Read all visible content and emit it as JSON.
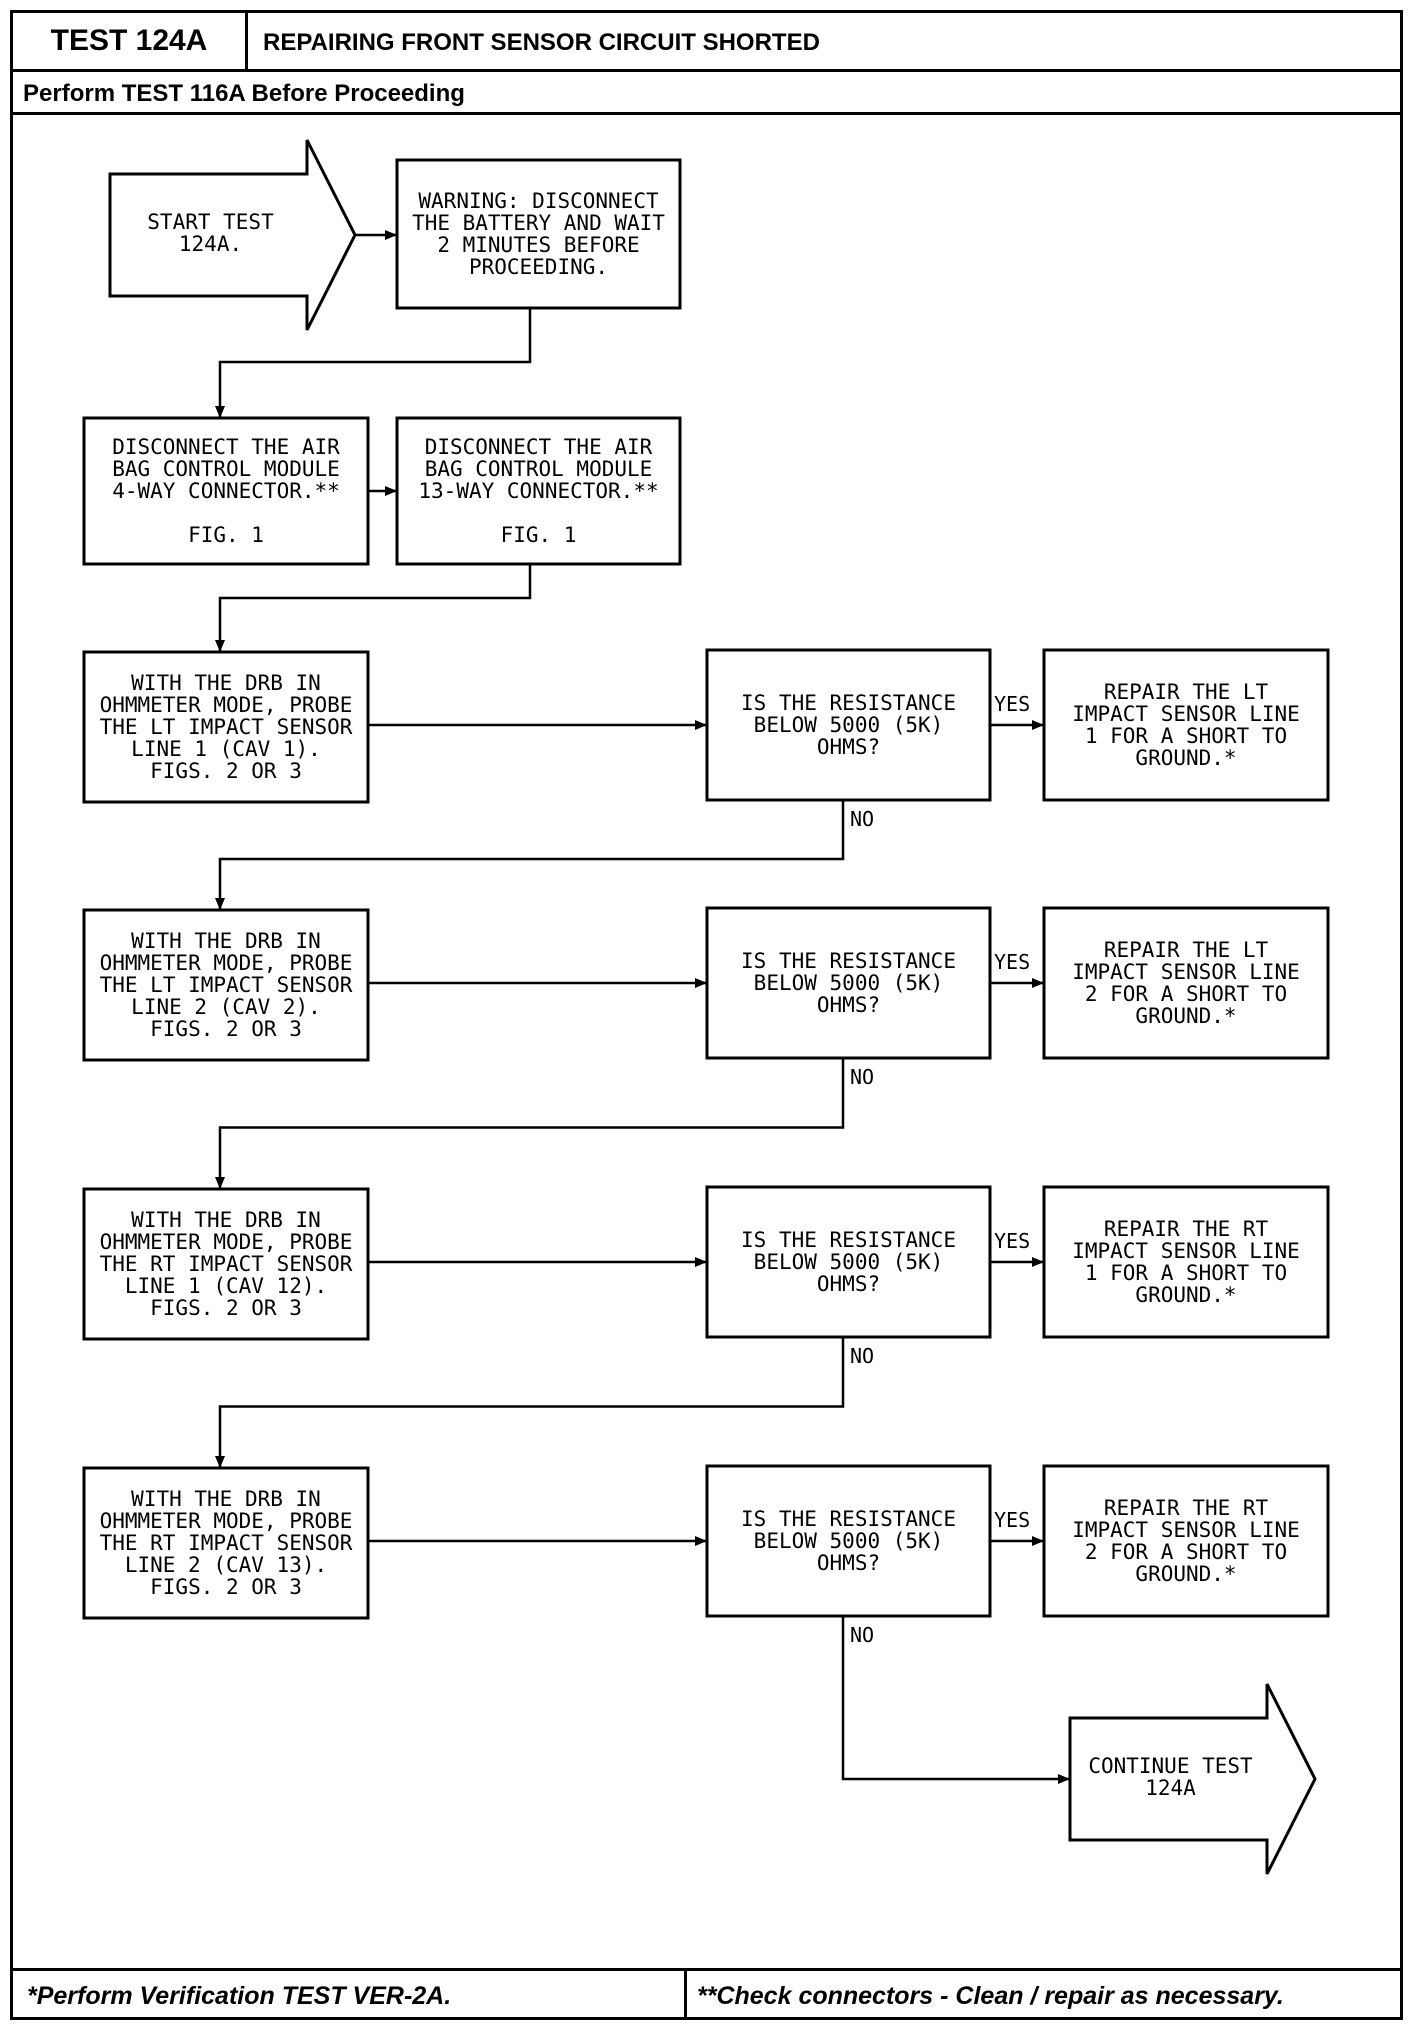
{
  "header": {
    "test_id": "TEST 124A",
    "title": "REPAIRING FRONT SENSOR CIRCUIT SHORTED",
    "prerequisite": "Perform TEST 116A Before Proceeding"
  },
  "footer": {
    "left": "*Perform Verification TEST VER-2A.",
    "right": "**Check connectors - Clean / repair as necessary."
  },
  "flow": {
    "start": [
      "START TEST",
      "124A."
    ],
    "warning": [
      "WARNING: DISCONNECT",
      "THE BATTERY AND WAIT",
      "2 MINUTES BEFORE",
      "PROCEEDING."
    ],
    "disconnect_4way": [
      "DISCONNECT THE AIR",
      "BAG CONTROL MODULE",
      "4-WAY CONNECTOR.**",
      "",
      "FIG. 1"
    ],
    "disconnect_13way": [
      "DISCONNECT THE AIR",
      "BAG CONTROL MODULE",
      "13-WAY CONNECTOR.**",
      "",
      "FIG. 1"
    ],
    "probes": [
      [
        "WITH THE DRB IN",
        "OHMMETER MODE, PROBE",
        "THE LT IMPACT SENSOR",
        "LINE 1 (CAV 1).",
        "FIGS. 2 OR 3"
      ],
      [
        "WITH THE DRB IN",
        "OHMMETER MODE, PROBE",
        "THE LT IMPACT SENSOR",
        "LINE 2 (CAV 2).",
        "FIGS. 2 OR 3"
      ],
      [
        "WITH THE DRB IN",
        "OHMMETER MODE, PROBE",
        "THE RT IMPACT SENSOR",
        "LINE 1 (CAV 12).",
        "FIGS. 2 OR 3"
      ],
      [
        "WITH THE DRB IN",
        "OHMMETER MODE, PROBE",
        "THE RT IMPACT SENSOR",
        "LINE 2 (CAV 13).",
        "FIGS. 2 OR 3"
      ]
    ],
    "question": [
      "IS THE RESISTANCE",
      "BELOW 5000 (5K)",
      "OHMS?"
    ],
    "repairs": [
      [
        "REPAIR THE LT",
        "IMPACT SENSOR LINE",
        "1 FOR A SHORT TO",
        "GROUND.*"
      ],
      [
        "REPAIR THE LT",
        "IMPACT SENSOR LINE",
        "2 FOR A SHORT TO",
        "GROUND.*"
      ],
      [
        "REPAIR THE RT",
        "IMPACT SENSOR LINE",
        "1 FOR A SHORT TO",
        "GROUND.*"
      ],
      [
        "REPAIR THE RT",
        "IMPACT SENSOR LINE",
        "2 FOR A SHORT TO",
        "GROUND.*"
      ]
    ],
    "yes_label": "YES",
    "no_label": "NO",
    "continue": [
      "CONTINUE TEST",
      "124A"
    ]
  }
}
